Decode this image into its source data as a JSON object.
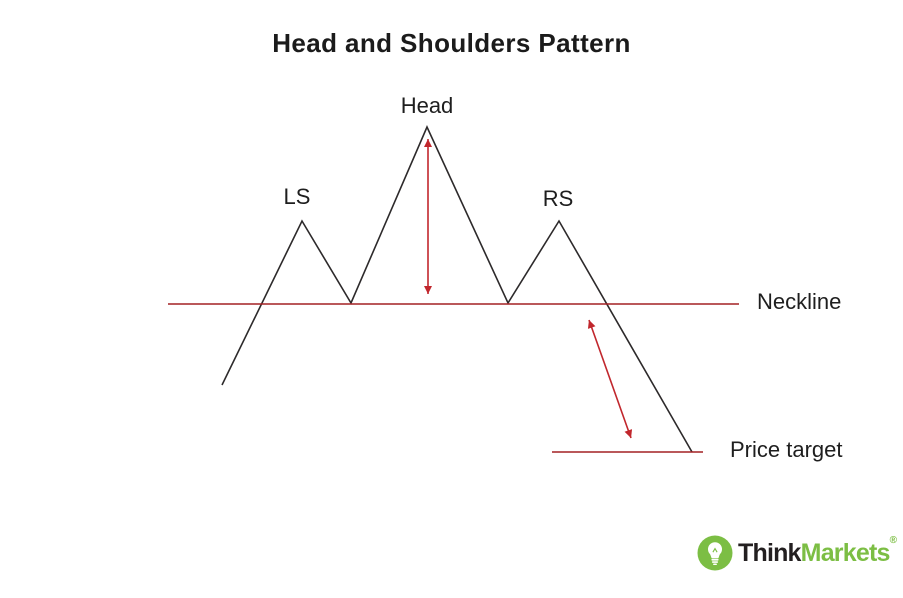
{
  "title": "Head and Shoulders Pattern",
  "diagram": {
    "labels": {
      "head": "Head",
      "left_shoulder": "LS",
      "right_shoulder": "RS",
      "neckline": "Neckline",
      "price_target": "Price target"
    },
    "colors": {
      "pattern_line": "#2d2a2b",
      "neckline": "#a32024",
      "price_target_line": "#a32024",
      "arrow": "#c1272d"
    }
  },
  "logo": {
    "brand_first": "Think",
    "brand_second": "Markets",
    "registered_mark": "®",
    "colors": {
      "green": "#7cbe44",
      "dark": "#231f20"
    }
  }
}
